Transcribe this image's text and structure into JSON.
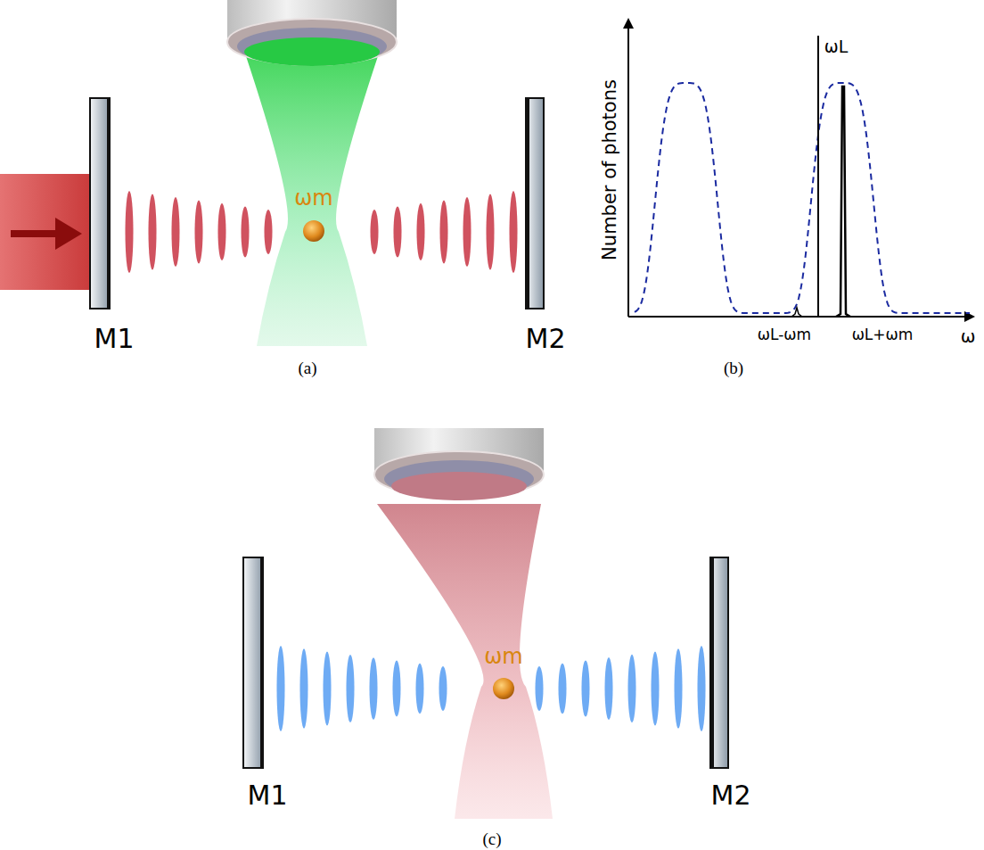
{
  "diagram": {
    "labels": [
      "ωm",
      "M1",
      "M2",
      "(a)",
      "Number of photons",
      "ωL",
      "ωL-ωm",
      "ωL+ωm",
      "ω",
      "(b)",
      "ωm",
      "M1",
      "M2",
      "(c)"
    ]
  }
}
